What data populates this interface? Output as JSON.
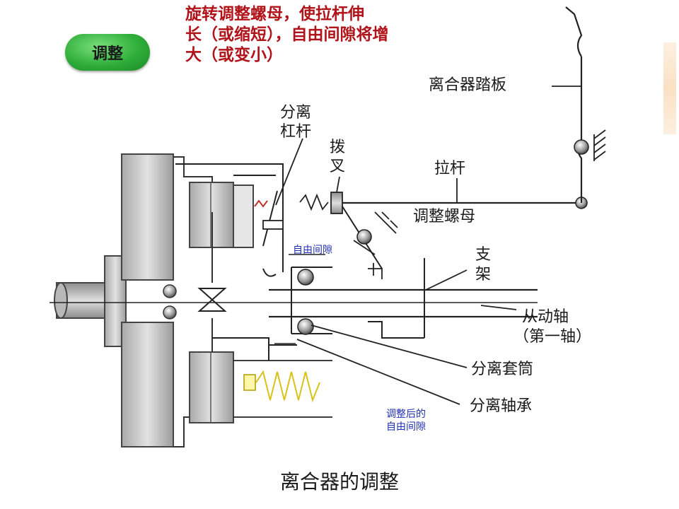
{
  "badge": {
    "label": "调整"
  },
  "note": {
    "lines": [
      "旋转调整螺母，使拉杆伸",
      "长（或缩短），自由间隙将增",
      "大（或变小）"
    ]
  },
  "labels": {
    "pedal": "离合器踏板",
    "lever_1": "分离",
    "lever_2": "杠杆",
    "fork_1": "拨",
    "fork_2": "叉",
    "rod": "拉杆",
    "nut": "调整螺母",
    "free_gap": "自由间隙",
    "bracket_1": "支",
    "bracket_2": "架",
    "shaft_1": "从动轴",
    "shaft_2": "（第一轴）",
    "sleeve": "分离套筒",
    "bearing": "分离轴承",
    "adj_gap_1": "调整后的",
    "adj_gap_2": "自由间隙"
  },
  "title": "离合器的调整",
  "colors": {
    "note": "#b0141a",
    "badge": "#2fae3a",
    "small_label": "#1f2fb0",
    "housing": "#cfcfcf",
    "spring": "#d8c21a"
  }
}
